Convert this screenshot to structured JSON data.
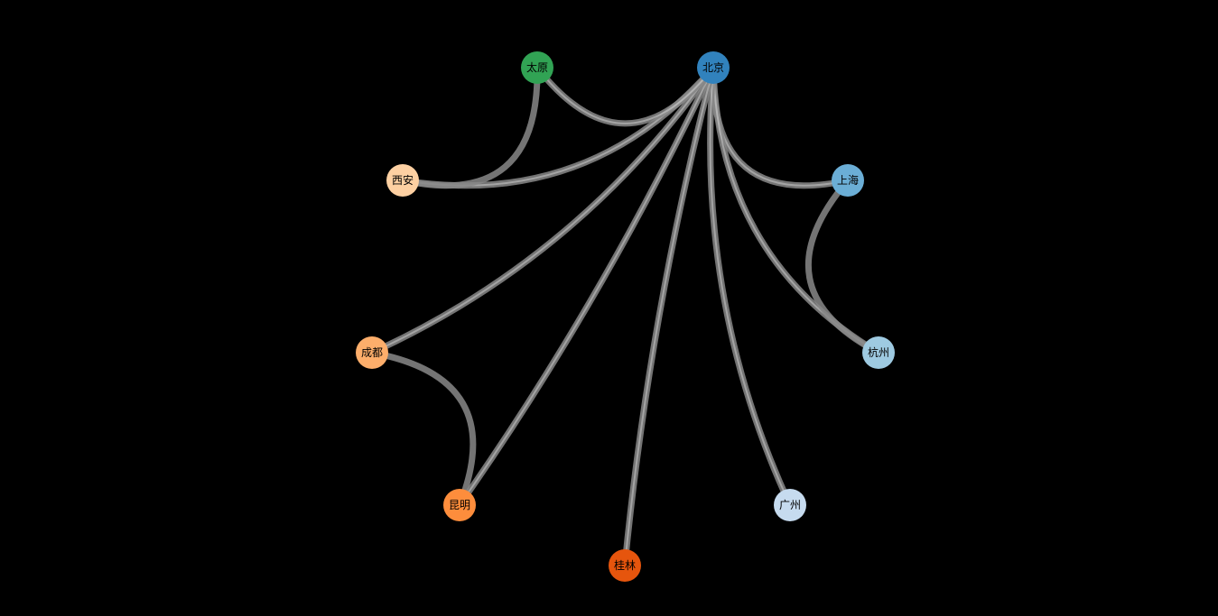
{
  "nodes": [
    {
      "id": "beijing",
      "label": "北京",
      "color": "#3182bd"
    },
    {
      "id": "shanghai",
      "label": "上海",
      "color": "#6baed6"
    },
    {
      "id": "hangzhou",
      "label": "杭州",
      "color": "#9ecae1"
    },
    {
      "id": "guangzhou",
      "label": "广州",
      "color": "#c6dbef"
    },
    {
      "id": "guilin",
      "label": "桂林",
      "color": "#e6550d"
    },
    {
      "id": "kunming",
      "label": "昆明",
      "color": "#fd8d3c"
    },
    {
      "id": "chengdu",
      "label": "成都",
      "color": "#fdae6b"
    },
    {
      "id": "xian",
      "label": "西安",
      "color": "#fdd0a2"
    },
    {
      "id": "taiyuan",
      "label": "太原",
      "color": "#31a354"
    }
  ],
  "links": [
    {
      "source": "beijing",
      "target": "shanghai"
    },
    {
      "source": "beijing",
      "target": "hangzhou"
    },
    {
      "source": "beijing",
      "target": "guangzhou"
    },
    {
      "source": "beijing",
      "target": "guilin"
    },
    {
      "source": "beijing",
      "target": "kunming"
    },
    {
      "source": "beijing",
      "target": "chengdu"
    },
    {
      "source": "beijing",
      "target": "xian"
    },
    {
      "source": "beijing",
      "target": "taiyuan"
    },
    {
      "source": "shanghai",
      "target": "hangzhou"
    },
    {
      "source": "chengdu",
      "target": "kunming"
    },
    {
      "source": "taiyuan",
      "target": "xian"
    }
  ],
  "edge_color": "#888888",
  "highlight_color": "#ffffff"
}
